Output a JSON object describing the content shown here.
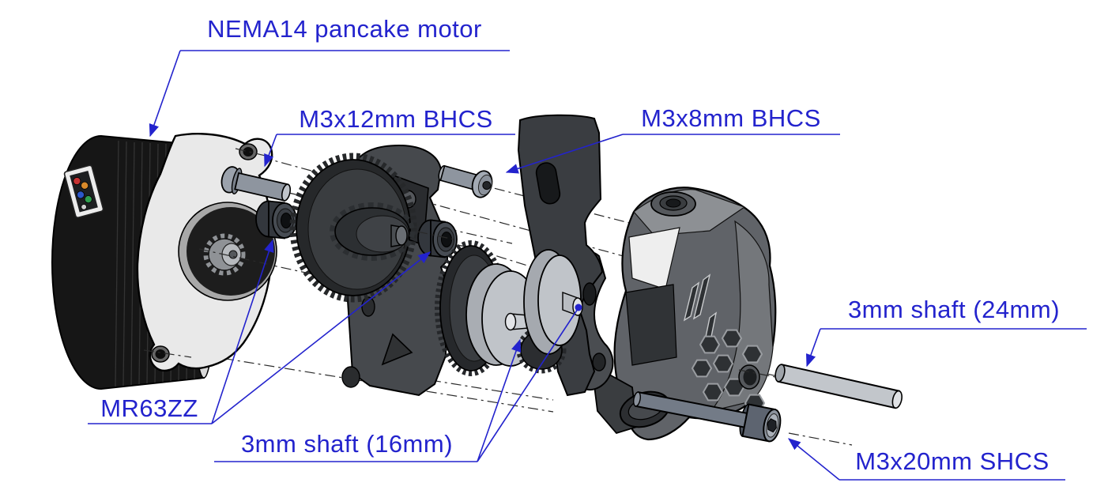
{
  "window": {
    "background": "#ffffff"
  },
  "diagram": {
    "accent": "#2323cd",
    "centerline_color": "#2a2a2a",
    "labels": {
      "motor": "NEMA14 pancake motor",
      "bhcs12": "M3x12mm BHCS",
      "bhcs8": "M3x8mm BHCS",
      "shaft24": "3mm shaft (24mm)",
      "bearing": "MR63ZZ",
      "shaft16": "3mm shaft (16mm)",
      "shcs20": "M3x20mm SHCS"
    }
  }
}
